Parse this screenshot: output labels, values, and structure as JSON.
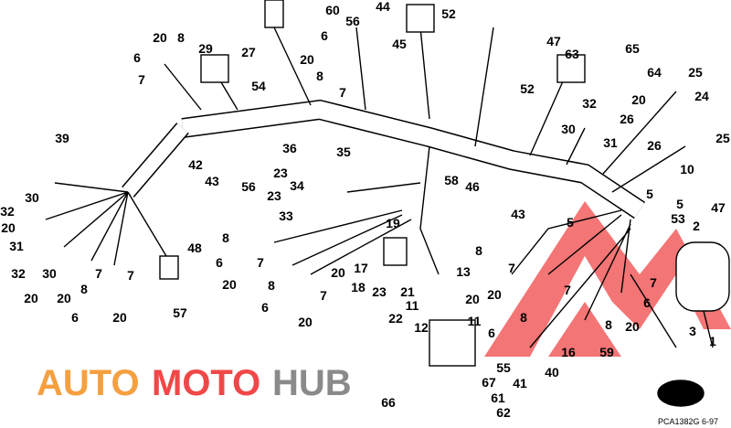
{
  "diagram": {
    "callouts": [
      "20",
      "8",
      "6",
      "7",
      "29",
      "27",
      "54",
      "60",
      "56",
      "44",
      "52",
      "45",
      "6",
      "20",
      "8",
      "7",
      "47",
      "63",
      "65",
      "64",
      "52",
      "25",
      "24",
      "32",
      "20",
      "26",
      "30",
      "31",
      "26",
      "25",
      "10",
      "39",
      "42",
      "43",
      "56",
      "36",
      "35",
      "23",
      "34",
      "23",
      "33",
      "58",
      "46",
      "43",
      "5",
      "5",
      "47",
      "53",
      "2",
      "5",
      "30",
      "32",
      "20",
      "31",
      "32",
      "30",
      "20",
      "20",
      "7",
      "8",
      "6",
      "7",
      "20",
      "48",
      "57",
      "8",
      "6",
      "7",
      "20",
      "8",
      "6",
      "7",
      "20",
      "19",
      "20",
      "17",
      "18",
      "23",
      "21",
      "22",
      "13",
      "11",
      "12",
      "11",
      "8",
      "7",
      "20",
      "20",
      "7",
      "8",
      "7",
      "6",
      "8",
      "20",
      "3",
      "1",
      "16",
      "59",
      "55",
      "67",
      "41",
      "40",
      "61",
      "62",
      "66",
      "6"
    ],
    "figure_code": "PCA1382G  6-97"
  },
  "watermark": {
    "part1": "AUTO",
    "part2": "MOTO",
    "part3": "HUB"
  },
  "colors": {
    "watermark_red": "#f04848",
    "watermark_orange": "#f5a040",
    "watermark_gray": "#8a8a8a"
  }
}
